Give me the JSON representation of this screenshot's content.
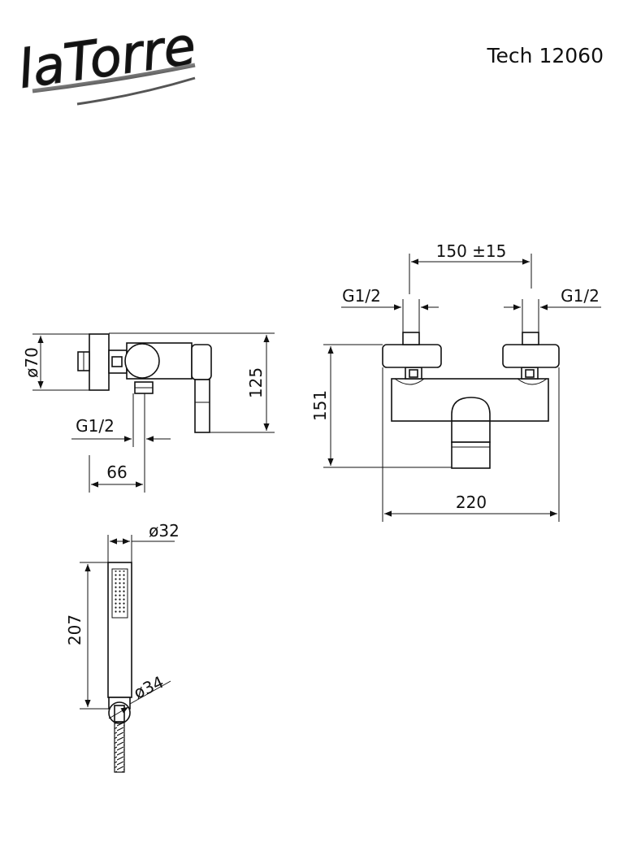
{
  "header": {
    "brand_logo_text": "laTorre",
    "model": "Tech 12060"
  },
  "side_view": {
    "diameter": "ø70",
    "height": "125",
    "thread": "G1/2",
    "depth": "66"
  },
  "front_view": {
    "spacing": "150 ±15",
    "thread_left": "G1/2",
    "thread_right": "G1/2",
    "height": "151",
    "width": "220"
  },
  "hand_shower": {
    "diameter_head": "ø32",
    "length": "207",
    "diameter_base": "ø34"
  }
}
